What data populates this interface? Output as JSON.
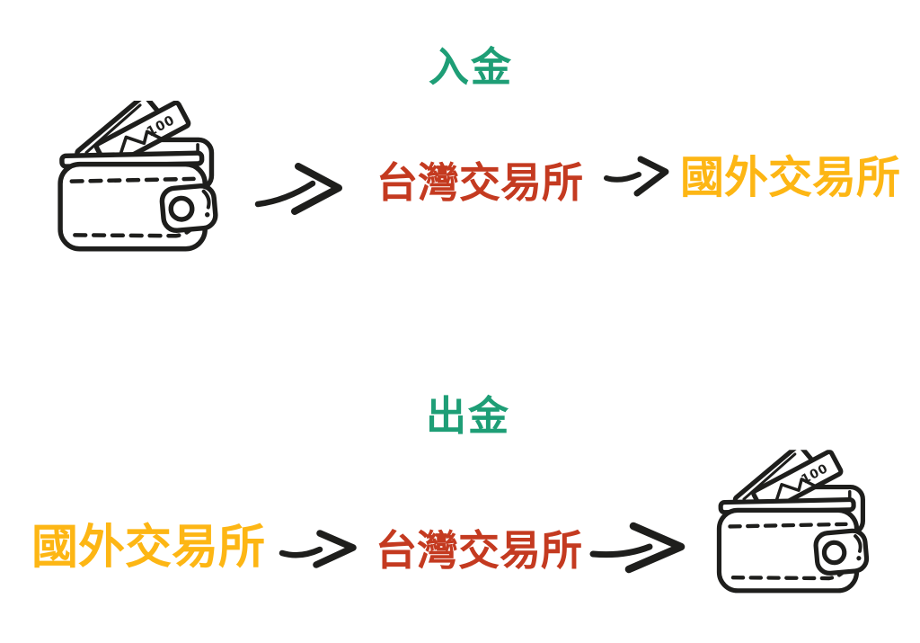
{
  "colors": {
    "title_green": "#1e9e76",
    "taiwan_red": "#c43a20",
    "foreign_yellow": "#fdb614",
    "ink": "#1e1e1c",
    "paper": "#ffffff"
  },
  "deposit": {
    "title": "入金",
    "nodes": [
      {
        "label": "台灣交易所",
        "role": "taiwan-exchange"
      },
      {
        "label": "國外交易所",
        "role": "foreign-exchange"
      }
    ]
  },
  "withdraw": {
    "title": "出金",
    "nodes": [
      {
        "label": "國外交易所",
        "role": "foreign-exchange"
      },
      {
        "label": "台灣交易所",
        "role": "taiwan-exchange"
      }
    ]
  },
  "wallet": {
    "bill_text": "100"
  }
}
